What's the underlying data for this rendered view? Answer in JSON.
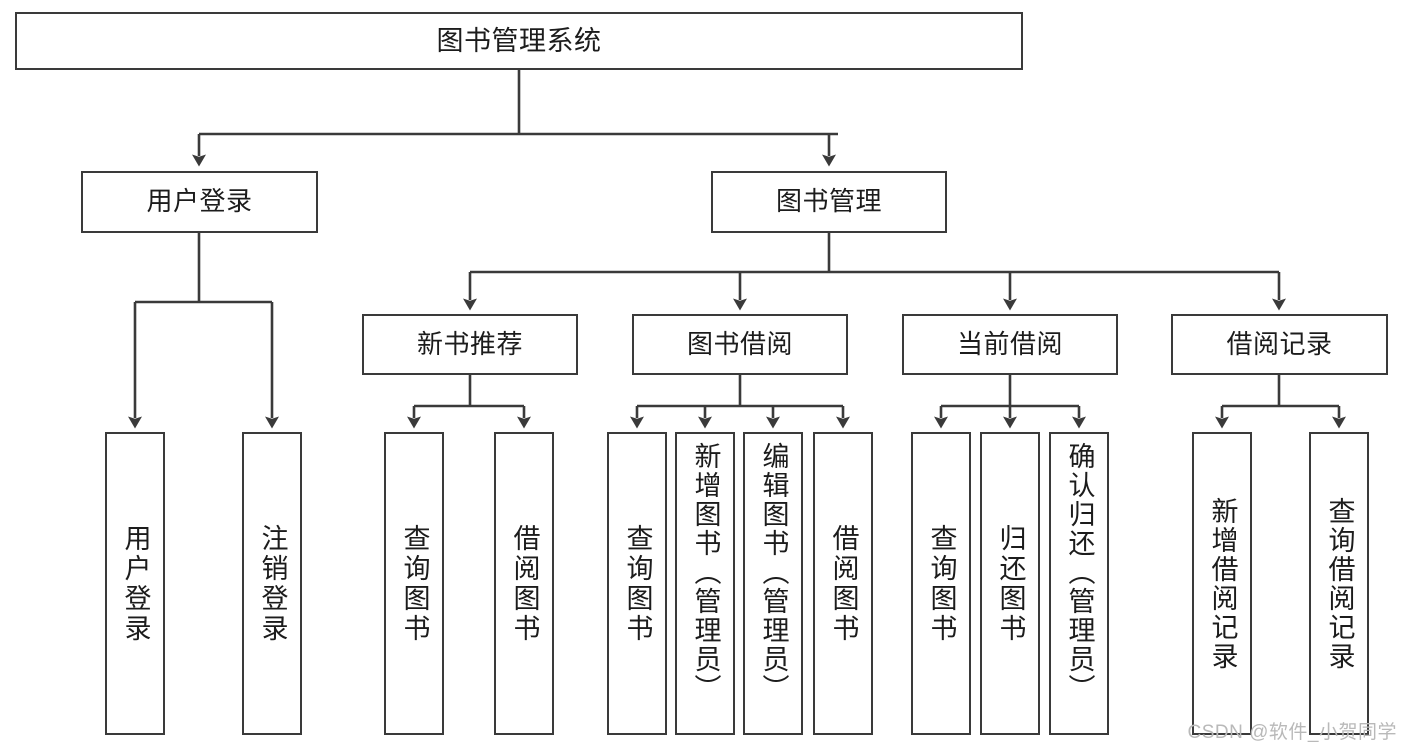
{
  "diagram": {
    "title": "图书管理系统",
    "type": "hierarchy-tree",
    "root": {
      "label": "图书管理系统"
    },
    "level2": [
      {
        "id": "user-login",
        "label": "用户登录"
      },
      {
        "id": "book-management",
        "label": "图书管理"
      }
    ],
    "level3": [
      {
        "id": "new-book-recommend",
        "label": "新书推荐",
        "parent": "book-management"
      },
      {
        "id": "book-borrow",
        "label": "图书借阅",
        "parent": "book-management"
      },
      {
        "id": "current-borrow",
        "label": "当前借阅",
        "parent": "book-management"
      },
      {
        "id": "borrow-record",
        "label": "借阅记录",
        "parent": "book-management"
      }
    ],
    "leaves": [
      {
        "id": "leaf-user-login",
        "label": "用户登录",
        "parent": "user-login"
      },
      {
        "id": "leaf-logout-login",
        "label": "注销登录",
        "parent": "user-login"
      },
      {
        "id": "leaf-query-book-1",
        "label": "查询图书",
        "parent": "new-book-recommend"
      },
      {
        "id": "leaf-borrow-book-1",
        "label": "借阅图书",
        "parent": "new-book-recommend"
      },
      {
        "id": "leaf-query-book-2",
        "label": "查询图书",
        "parent": "book-borrow"
      },
      {
        "id": "leaf-add-book",
        "label": "新增图书（管理员）",
        "parent": "book-borrow"
      },
      {
        "id": "leaf-edit-book",
        "label": "编辑图书（管理员）",
        "parent": "book-borrow"
      },
      {
        "id": "leaf-borrow-book-2",
        "label": "借阅图书",
        "parent": "book-borrow"
      },
      {
        "id": "leaf-query-book-3",
        "label": "查询图书",
        "parent": "current-borrow"
      },
      {
        "id": "leaf-return-book",
        "label": "归还图书",
        "parent": "current-borrow"
      },
      {
        "id": "leaf-confirm-return",
        "label": "确认归还（管理员）",
        "parent": "current-borrow"
      },
      {
        "id": "leaf-add-record",
        "label": "新增借阅记录",
        "parent": "borrow-record"
      },
      {
        "id": "leaf-query-record",
        "label": "查询借阅记录",
        "parent": "borrow-record"
      }
    ]
  },
  "watermark": {
    "text": "CSDN @软件_小贺同学"
  },
  "colors": {
    "background": "#ffffff",
    "box_border": "#3a3a3a",
    "box_fill": "#ffffff",
    "text": "#1c1c1c",
    "connector": "#3a3a3a",
    "watermark": "#b9b9b9"
  }
}
